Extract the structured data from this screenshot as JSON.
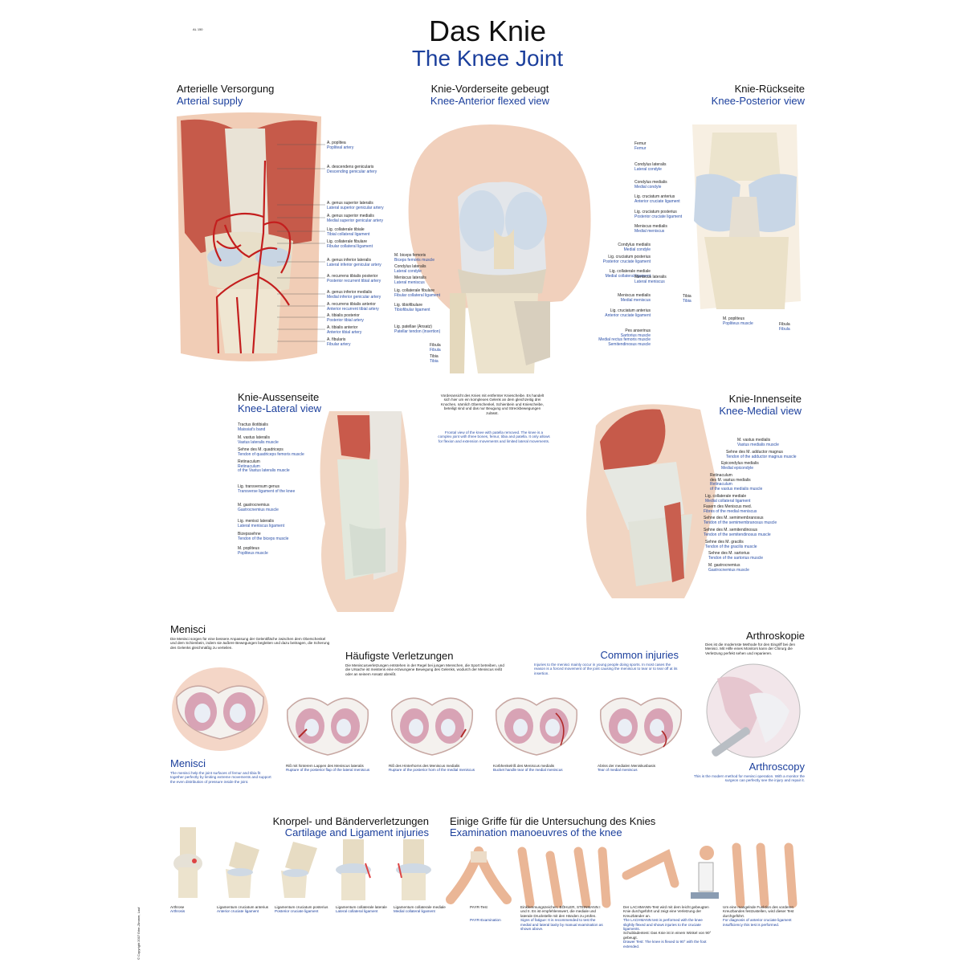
{
  "header": {
    "code": "AL 150",
    "title_de": "Das Knie",
    "title_en": "The Knee Joint"
  },
  "arterial": {
    "title_de": "Arterielle Versorgung",
    "title_en": "Arterial supply",
    "labels": [
      {
        "de": "A. poplitea",
        "en": "Popliteal artery"
      },
      {
        "de": "A. descendens genicularis",
        "en": "Descending genicular artery"
      },
      {
        "de": "A. genus superior lateralis",
        "en": "Lateral superior genicular artery"
      },
      {
        "de": "A. genus superior medialis",
        "en": "Medial superior genicular artery"
      },
      {
        "de": "Lig. collaterale tibiale",
        "en": "Tibial collateral ligament"
      },
      {
        "de": "Lig. collaterale fibulare",
        "en": "Fibular collateral ligament"
      },
      {
        "de": "A. genus inferior lateralis",
        "en": "Lateral inferior genicular artery"
      },
      {
        "de": "A. recurrens tibialis posterior",
        "en": "Posterior recurrent tibial artery"
      },
      {
        "de": "A. genus inferior medialis",
        "en": "Medial inferior genicular artery"
      },
      {
        "de": "A. recurrens tibialis anterior",
        "en": "Anterior recurrent tibial artery"
      },
      {
        "de": "A. tibialis posterior",
        "en": "Posterior tibial artery"
      },
      {
        "de": "A. tibialis anterior",
        "en": "Anterior tibial artery"
      },
      {
        "de": "A. fibularis",
        "en": "Fibular artery"
      }
    ]
  },
  "anterior": {
    "title_de": "Knie-Vorderseite gebeugt",
    "title_en": "Knee-Anterior flexed view",
    "left_labels": [
      {
        "de": "M. biceps femoris",
        "en": "Biceps femoris muscle"
      },
      {
        "de": "Condylus lateralis",
        "en": "Lateral condyle"
      },
      {
        "de": "Meniscus lateralis",
        "en": "Lateral meniscus"
      },
      {
        "de": "Lig. collaterale fibulare",
        "en": "Fibular collateral ligament"
      },
      {
        "de": "Lig. tibiofibulare",
        "en": "Tibiofibular ligament"
      },
      {
        "de": "Lig. patellae (Ansatz)",
        "en": "Patellar tendon (insertion)"
      },
      {
        "de": "Fibula",
        "en": "Fibula"
      },
      {
        "de": "Tibia",
        "en": "Tibia"
      }
    ],
    "right_labels": [
      {
        "de": "Condylus medialis",
        "en": "Medial condyle"
      },
      {
        "de": "Lig. cruciatum posterius",
        "en": "Posterior cruciate ligament"
      },
      {
        "de": "Lig. collaterale mediale",
        "en": "Medial collateral ligament"
      },
      {
        "de": "Meniscus medialis",
        "en": "Medial meniscus"
      },
      {
        "de": "Lig. cruciatum anterius",
        "en": "Anterior cruciate ligament"
      },
      {
        "de": "Pes anserinus",
        "en": "Sartorius muscle"
      },
      {
        "de": "",
        "en": "Medial rectus femoris muscle"
      },
      {
        "de": "",
        "en": "Semitendinosus muscle"
      }
    ]
  },
  "posterior": {
    "title_de": "Knie-Rückseite",
    "title_en": "Knee-Posterior view",
    "labels": [
      {
        "de": "Femur",
        "en": "Femur"
      },
      {
        "de": "Condylus lateralis",
        "en": "Lateral condyle"
      },
      {
        "de": "Condylus medialis",
        "en": "Medial condyle"
      },
      {
        "de": "Lig. cruciatum anterius",
        "en": "Anterior cruciate ligament"
      },
      {
        "de": "Lig. cruciatum posterius",
        "en": "Posterior cruciate ligament"
      },
      {
        "de": "Meniscus medialis",
        "en": "Medial meniscus"
      },
      {
        "de": "Meniscus lateralis",
        "en": "Lateral meniscus"
      },
      {
        "de": "Tibia",
        "en": "Tibia"
      },
      {
        "de": "M. popliteus",
        "en": "Popliteus muscle"
      },
      {
        "de": "Fibula",
        "en": "Fibula"
      }
    ]
  },
  "lateral": {
    "title_de": "Knie-Aussenseite",
    "title_en": "Knee-Lateral view",
    "labels": [
      {
        "de": "Tractus iliotibialis",
        "en": "Maissiat's band"
      },
      {
        "de": "M. vastus lateralis",
        "en": "Vastus lateralis muscle"
      },
      {
        "de": "Sehne des M. quadriceps",
        "en": "Tendon of quadriceps femoris muscle"
      },
      {
        "de": "Retinaculum",
        "en": "Retinaculum"
      },
      {
        "de": "",
        "en": "of the Vastus lateralis muscle"
      },
      {
        "de": "Lig. transversum genus",
        "en": "Transverse ligament of the knee"
      },
      {
        "de": "M. gastrocnemius",
        "en": "Gastrocnemius muscle"
      },
      {
        "de": "Lig. menisci lateralis",
        "en": "Lateral meniscus ligament"
      },
      {
        "de": "Bizepssehne",
        "en": "Tendon of the biceps muscle"
      },
      {
        "de": "M. popliteus",
        "en": "Popliteus muscle"
      }
    ]
  },
  "center_text": {
    "de": "Vorderansicht des Knies mit entfernter Kniescheibe. Es handelt sich hier um ein komplexes Gelenk an dem gleichzeitig drei Knochen, nämlich Oberschenkel, Schienbein und Kniescheibe, beteiligt sind und das nur Beugung und Streckbewegungen zulässt.",
    "en": "Frontal view of the knee with patella removed. The knee is a complex joint with three bones, femur, tibia and patella. It only allows for flexion and extension movements and limited lateral movements."
  },
  "medial": {
    "title_de": "Knie-Innenseite",
    "title_en": "Knee-Medial view",
    "labels": [
      {
        "de": "M. vastus medialis",
        "en": "Vastus medialis muscle"
      },
      {
        "de": "Sehne des M. adductor magnus",
        "en": "Tendon of the adductor magnus muscle"
      },
      {
        "de": "Epicondylus medialis",
        "en": "Medial epicondyle"
      },
      {
        "de": "Retinaculum",
        "en": "Retinaculum"
      },
      {
        "de": "des M. vastus medialis",
        "en": "of the vastus medialis muscle"
      },
      {
        "de": "Lig. collaterale mediale",
        "en": "Medial collateral ligament"
      },
      {
        "de": "Fasern des Meniscus med.",
        "en": "Fibres of the medial meniscus"
      },
      {
        "de": "Sehne des M. semimembranosus",
        "en": "Tendon of the semimembranosus muscle"
      },
      {
        "de": "Sehne des M. semitendinosus",
        "en": "Tendon of the semitendinosus muscle"
      },
      {
        "de": "Sehne des M. gracilis",
        "en": "Tendon of the gracilis muscle"
      },
      {
        "de": "Sehne des M. sartorius",
        "en": "Tendon of the sartorius muscle"
      },
      {
        "de": "M. gastrocnemius",
        "en": "Gastrocnemius muscle"
      }
    ]
  },
  "menisci": {
    "title_de": "Menisci",
    "title_en": "Menisci",
    "text_de": "Die Menisci sorgen für eine bessere Anpassung der Gelenkfläche zwischen dem Oberschenkel und dem Schienbein, indem sie äußere Bewegungen begleiten und dazu beitragen, die Scherung des Gelenks gleichmäßig zu verteilen.",
    "text_en": "The menisci help the joint surfaces of femur and tibia fit together perfectly by limiting extreme movements and support the even distribution of pressure inside the joint."
  },
  "injuries": {
    "title_de": "Häufigste Verletzungen",
    "title_en": "Common injuries",
    "text_de": "Die Meniscusverletzungen entstehen in der Regel bei jungen Menschen, die Sport betreiben, und die Ursache ist meistens eine erzwungene Bewegung des Gelenks, wodurch der Meniscus reißt oder an seinem Ansatz abreißt.",
    "text_en": "Injuries to the menisci mainly occur in young people doing sports. In most cases the reason is a forced movement of the joint causing the meniscus to tear or to tear off at its insertion.",
    "captions": [
      {
        "de": "Riß mit hinterem Lappen des Meniscus lateralis",
        "en": "Rupture of the posterior flap of the lateral meniscus"
      },
      {
        "de": "Riß des Hinterhorns des Meniscus medialis",
        "en": "Rupture of the posterior horn of the medial meniscus"
      },
      {
        "de": "Korbhenkelriß des Meniscus medialis",
        "en": "Bucket handle tear of the medial meniscus"
      },
      {
        "de": "Abriss der medialen Meniskusbasis",
        "en": "Tear of medial meniscus"
      }
    ]
  },
  "arthroscopy": {
    "title_de": "Arthroskopie",
    "title_en": "Arthroscopy",
    "text_de": "Dies ist die modernste Methode für den Eingriff bei den Menisci. Mit Hilfe eines Monitors kann der Chirurg die Verletzung perfekt sehen und reparieren.",
    "text_en": "This is the modern method for menisci operation. With a monitor the surgeon can perfectly see the injury and repair it."
  },
  "cartilage": {
    "title_de": "Knorpel- und Bänderverletzungen",
    "title_en": "Cartilage and Ligament injuries",
    "captions": [
      {
        "de": "Arthrose",
        "en": "Arthrosis"
      },
      {
        "de": "Ligamentum cruciatum anterius",
        "en": "Anterior cruciate ligament"
      },
      {
        "de": "Ligamentum cruciatum posterius",
        "en": "Posterior cruciate ligament"
      },
      {
        "de": "Ligamentum collaterale laterale",
        "en": "Lateral collateral ligament"
      },
      {
        "de": "Ligamentum collaterale mediale",
        "en": "Medial collateral ligament"
      }
    ]
  },
  "exam": {
    "title_de": "Einige Griffe für die Untersuchung des Knies",
    "title_en": "Examination manoeuvres of the knee",
    "captions": [
      {
        "de": "PAYR-Test",
        "en": "PAYR-Examination"
      },
      {
        "de": "Einklemmungszeichen: BÖHLER, STEINMANN I und II. Es ist empfehlenswert, die mediale und laterale Druckstelle mit den Händen zu prüfen.",
        "en": "Signs of fatigue: It is recommended to test the medial and lateral laxity by manual examination as shown above."
      },
      {
        "de": "Der LACHMANN-Test wird mit dem leicht gebeugten Knie durchgeführt und zeigt eine Verletzung der Kreuzbänder an.",
        "en": "The LACHMANN test is performed with the knee slightly flexed and shows injuries to the cruciate ligaments."
      },
      {
        "de": "Schubladentest: Das Knie ist in einem Winkel von 90° gebeugt.",
        "en": "Drawer Test: The knee is flexed to 90° with the foot extended."
      },
      {
        "de": "Um eine mangelnde Funktion des vorderen Kreuzbandes festzustellen, wird dieser Test durchgeführt.",
        "en": "For diagnosis of anterior cruciate ligament insufficiency this test is performed."
      }
    ]
  },
  "copyright": "© Copyright 2007 Erler-Zimmer, Lauf",
  "colors": {
    "title_blue": "#1b3f9c",
    "muscle": "#c9574a",
    "artery": "#c41e1e",
    "bone": "#ece0c4",
    "skin": "#f2cfb8",
    "cartilage": "#c9d6e3"
  }
}
